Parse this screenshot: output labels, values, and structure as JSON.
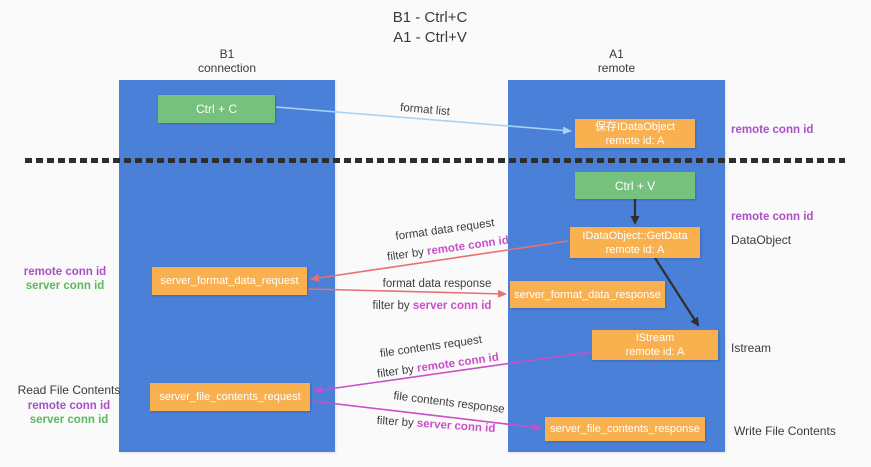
{
  "title": {
    "line1": "B1 - Ctrl+C",
    "line2": "A1 - Ctrl+V"
  },
  "lanes": {
    "left": {
      "title": "B1",
      "subtitle": "connection"
    },
    "right": {
      "title": "A1",
      "subtitle": "remote"
    }
  },
  "nodes": {
    "ctrl_c": {
      "label": "Ctrl + C"
    },
    "save_idataobject": {
      "line1": "保存IDataObject",
      "line2": "remote id: A"
    },
    "ctrl_v": {
      "label": "Ctrl + V"
    },
    "getdata": {
      "line1": "IDataObject::GetData",
      "line2": "remote id: A"
    },
    "format_request": {
      "label": "server_format_data_request"
    },
    "format_response": {
      "label": "server_format_data_response"
    },
    "istream": {
      "line1": "IStream",
      "line2": "remote id: A"
    },
    "file_request": {
      "label": "server_file_contents_request"
    },
    "file_response": {
      "label": "server_file_contents_response"
    }
  },
  "flow_labels": {
    "format_list": "format list",
    "format_data_request": "format data request",
    "format_data_response": "format data response",
    "file_contents_request": "file contents request",
    "file_contents_response": "file contents response",
    "filter_by": "filter by",
    "remote_conn_id": "remote conn id",
    "server_conn_id": "server conn id"
  },
  "annotations": {
    "left": {
      "remote_conn_id": "remote conn id",
      "server_conn_id": "server conn id",
      "read_file_contents": "Read File Contents"
    },
    "right": {
      "remote_conn_id": "remote conn id",
      "dataobject": "DataObject",
      "istream": "Istream",
      "write_file_contents": "Write File Contents"
    }
  },
  "colors": {
    "lane_blue": "#4A80D8",
    "node_green": "#77C17E",
    "node_orange": "#F9B04F",
    "arrow_red": "#E8716F",
    "arrow_magenta": "#C94FC9",
    "arrow_blue": "#A9D3F5",
    "text_purple": "#A850C4",
    "text_green": "#5CB85C"
  }
}
